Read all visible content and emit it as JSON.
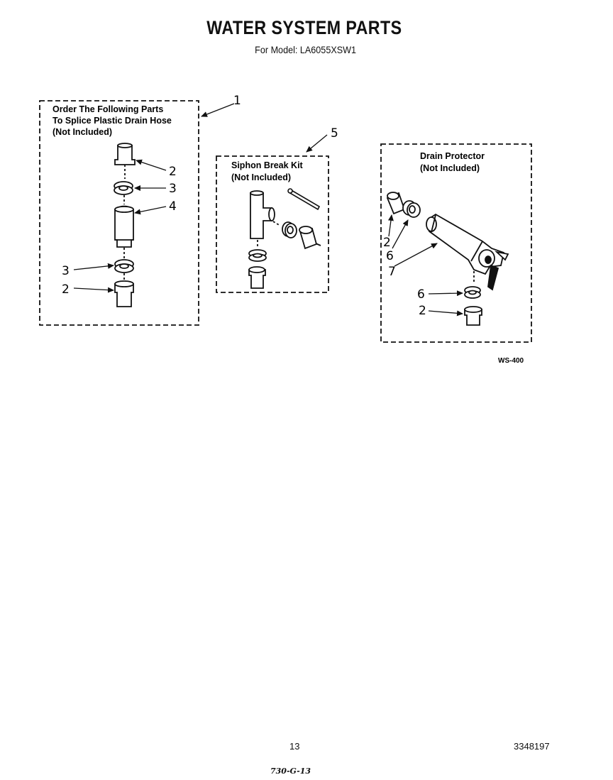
{
  "header": {
    "title": "WATER SYSTEM PARTS",
    "subtitle": "For Model: LA6055XSW1"
  },
  "boxes": {
    "splice": {
      "line1": "Order The Following Parts",
      "line2": "To Splice Plastic Drain Hose",
      "line3": "(Not Included)"
    },
    "siphon": {
      "line1": "Siphon Break Kit",
      "line2": "(Not Included)"
    },
    "drain": {
      "line1": "Drain Protector",
      "line2": "(Not Included)"
    }
  },
  "callouts": {
    "c1": "1",
    "c2a": "2",
    "c3a": "3",
    "c4": "4",
    "c3b": "3",
    "c2b": "2",
    "c5": "5",
    "c2c": "2",
    "c6a": "6",
    "c7": "7",
    "c6b": "6",
    "c2d": "2"
  },
  "figure_code": "WS-400",
  "footer": {
    "page_number": "13",
    "doc_number": "3348197",
    "handwritten": "730-G-13"
  }
}
